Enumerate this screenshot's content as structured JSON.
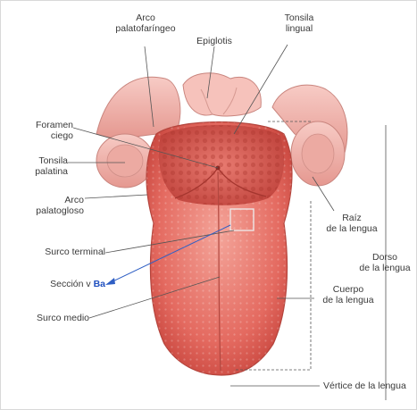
{
  "labels": {
    "arco_palatofaringeo": [
      "Arco",
      "palatofaríngeo"
    ],
    "epiglotis": "Epiglotis",
    "tonsila_lingual": [
      "Tonsila",
      "lingual"
    ],
    "foramen_ciego": [
      "Foramen",
      "ciego"
    ],
    "tonsila_palatina": [
      "Tonsila",
      "palatina"
    ],
    "arco_palatogloso": [
      "Arco",
      "palatogloso"
    ],
    "surco_terminal": "Surco terminal",
    "seccion": {
      "prefix": "Sección v",
      "ref": "Ba"
    },
    "surco_medio": "Surco medio",
    "raiz": [
      "Raíz",
      "de la lengua"
    ],
    "cuerpo": [
      "Cuerpo",
      "de la lengua"
    ],
    "dorso": [
      "Dorso",
      "de la lengua"
    ],
    "vertice": "Vértice de la lengua"
  },
  "colors": {
    "tongue": "#e2665d",
    "tongue_light": "#f3a79c",
    "root": "#d95a55",
    "pharynx": "#f0b3ad",
    "leader": "#555555",
    "arrow": "#2f5fc4"
  }
}
